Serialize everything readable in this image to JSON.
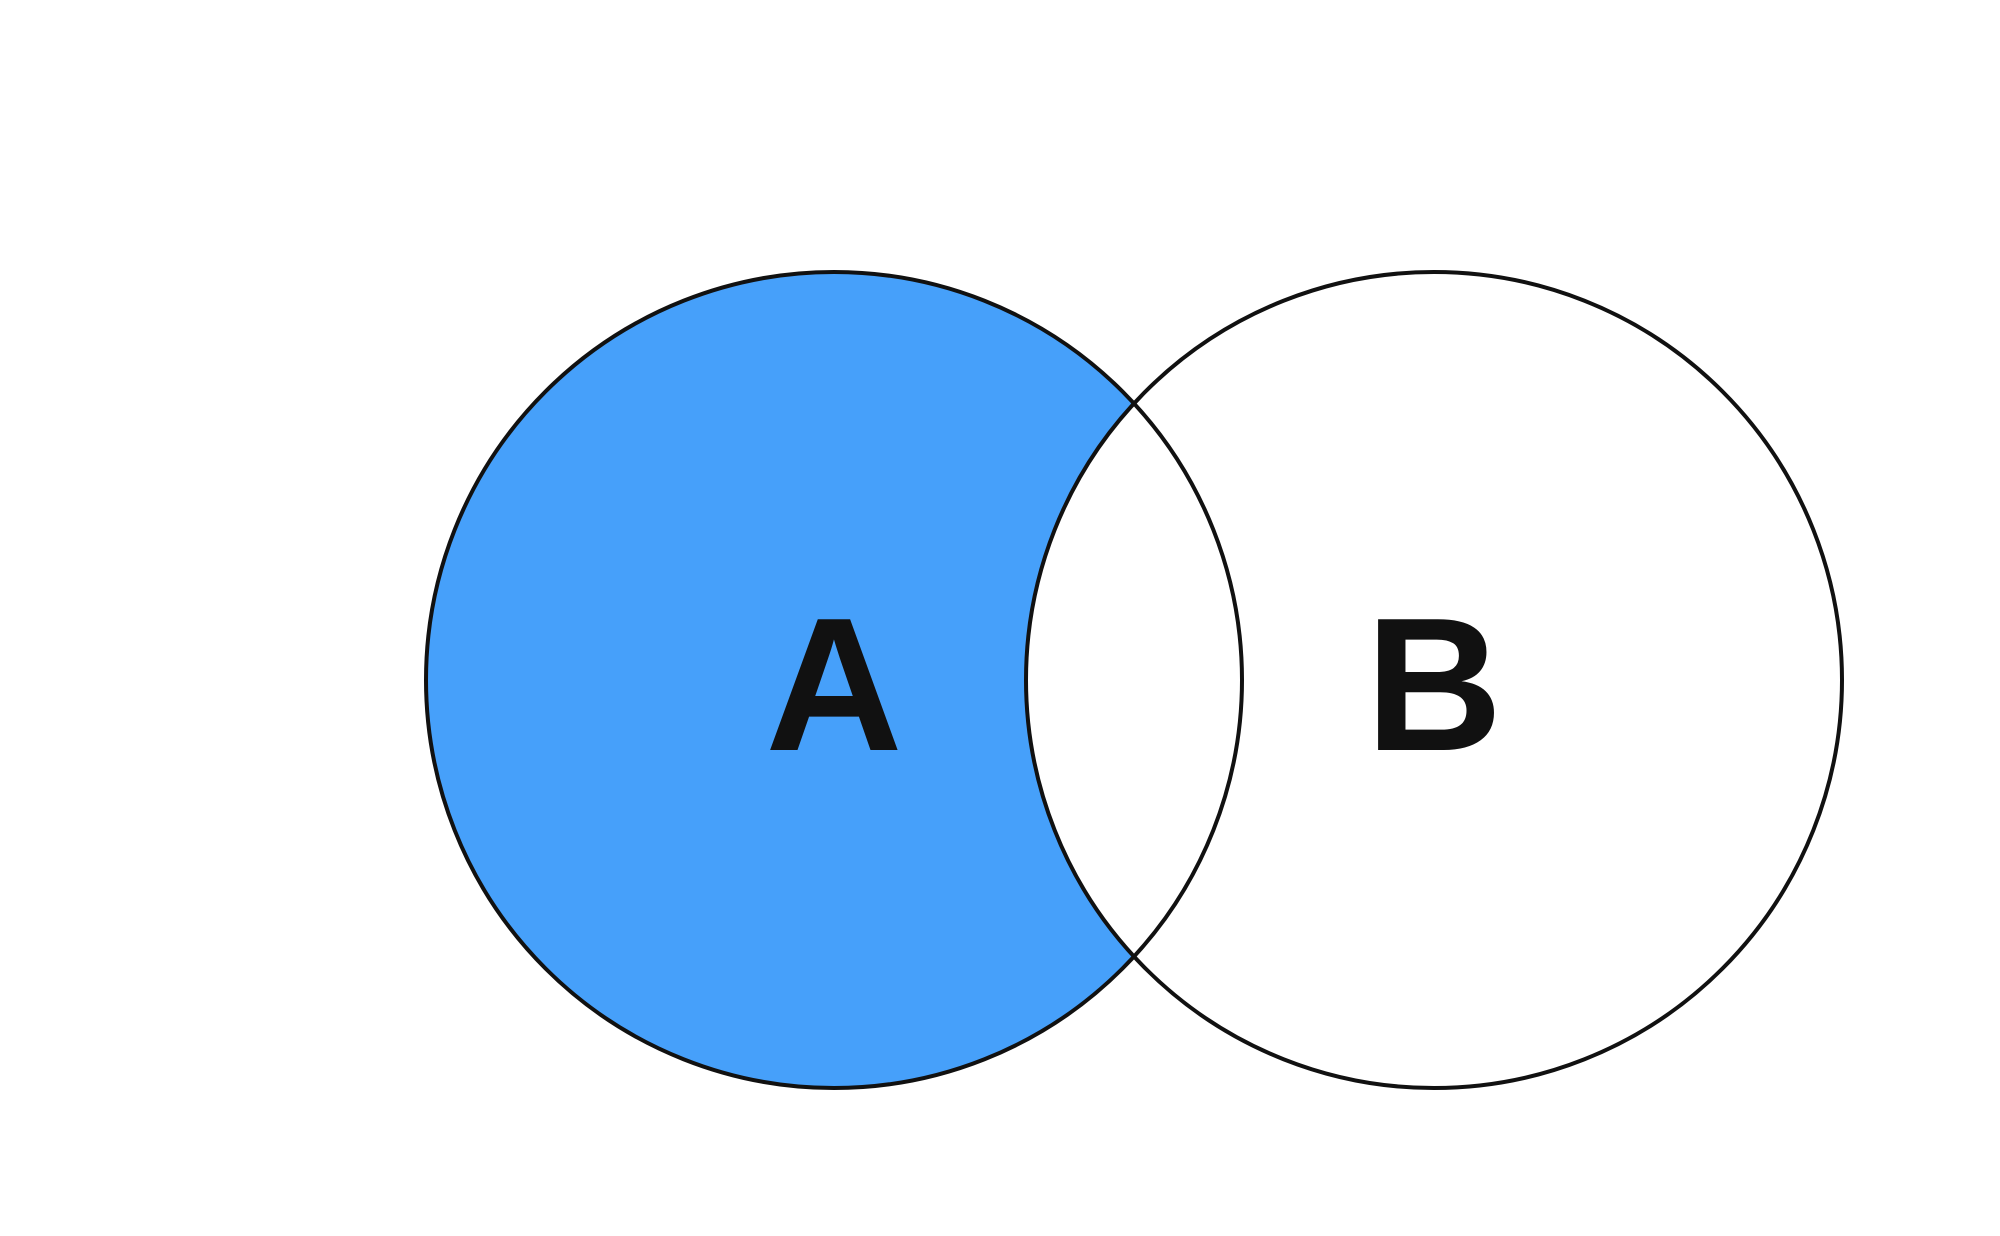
{
  "diagram": {
    "type": "venn-2-set",
    "highlighted_region": "A minus B",
    "sets": [
      {
        "id": "A",
        "label": "A"
      },
      {
        "id": "B",
        "label": "B"
      }
    ],
    "colors": {
      "highlight_fill": "#46A0FA",
      "outline": "#111111",
      "label": "#111111",
      "background": "#FFFFFF"
    }
  }
}
